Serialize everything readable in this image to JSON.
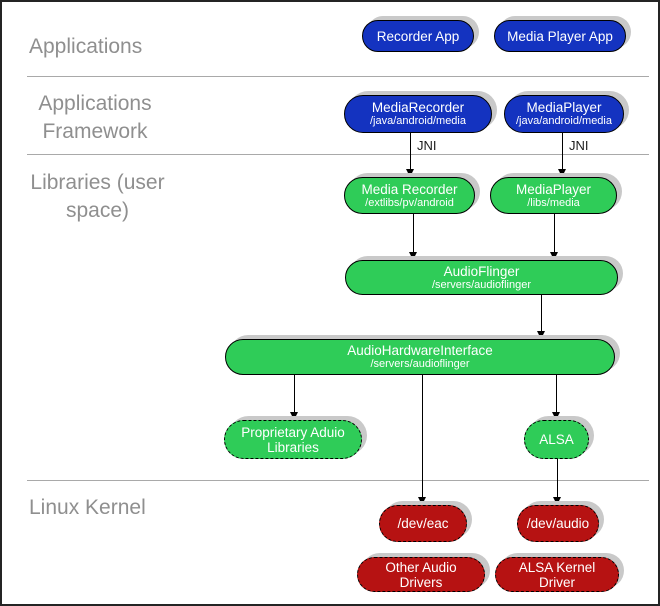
{
  "colors": {
    "app_blue": "#1433c0",
    "lib_green": "#2fcc58",
    "kernel_red": "#b61212",
    "shadow_gray": "#c9c9c9",
    "label_gray": "#8f8f8f",
    "separator_gray": "#a9a9a9"
  },
  "layers": {
    "applications": "Applications",
    "framework": "Applications Framework",
    "libraries": "Libraries (user space)",
    "kernel": "Linux Kernel"
  },
  "jni_label": "JNI",
  "nodes": [
    {
      "title": "Recorder App"
    },
    {
      "title": "Media Player App"
    },
    {
      "title": "MediaRecorder",
      "subtitle": "/java/android/media"
    },
    {
      "title": "MediaPlayer",
      "subtitle": "/java/android/media"
    },
    {
      "title": "Media Recorder",
      "subtitle": "/extlibs/pv/android"
    },
    {
      "title": "MediaPlayer",
      "subtitle": "/libs/media"
    },
    {
      "title": "AudioFlinger",
      "subtitle": "/servers/audioflinger"
    },
    {
      "title": "AudioHardwareInterface",
      "subtitle": "/servers/audioflinger"
    },
    {
      "title": "Proprietary Aduio Libraries"
    },
    {
      "title": "ALSA"
    },
    {
      "title": "/dev/eac"
    },
    {
      "title": "/dev/audio"
    },
    {
      "title": "Other Audio Drivers"
    },
    {
      "title": "ALSA Kernel Driver"
    }
  ]
}
